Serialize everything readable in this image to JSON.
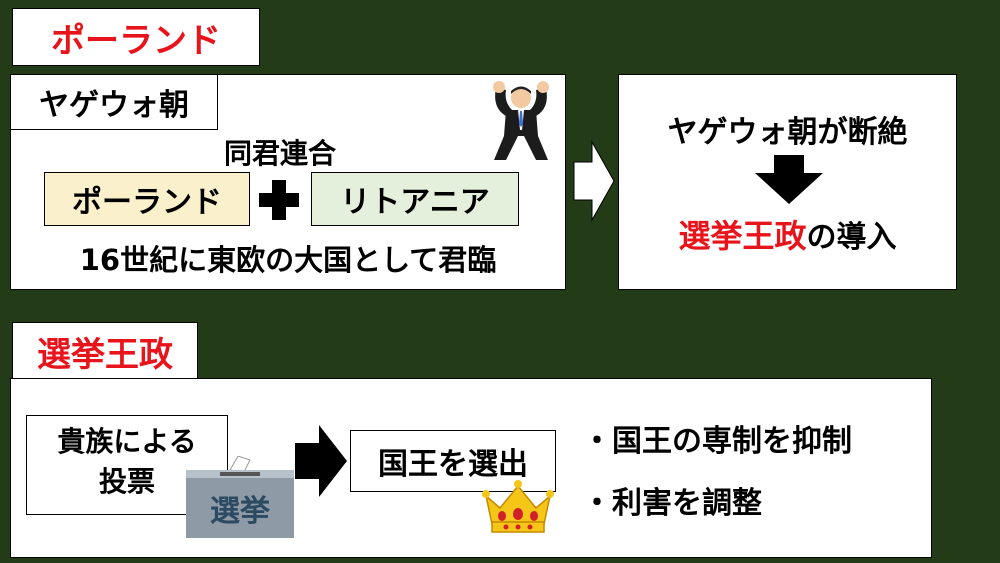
{
  "top": {
    "section_title": "ポーランド",
    "dynasty_label": "ヤゲウォ朝",
    "union_label": "同君連合",
    "country_a": "ポーランド",
    "country_b": "リトアニア",
    "summary": "16世紀に東欧の大国として君臨",
    "result_line1": "ヤゲウォ朝が断絶",
    "result_line2_highlight": "選挙王政",
    "result_line2_rest": "の導入"
  },
  "bottom": {
    "section_title": "選挙王政",
    "voters_line1": "貴族による",
    "voters_line2": "投票",
    "ballot_box_text": "選挙",
    "result_label": "国王を選出",
    "effect_1": "・国王の専制を抑制",
    "effect_2": "・利害を調整"
  },
  "colors": {
    "background": "#243b17",
    "highlight_red": "#e8141b",
    "country_a_bg": "#fbf0cc",
    "country_b_bg": "#e5f0dc"
  },
  "icons": [
    "strongman-icon",
    "plus-icon",
    "right-arrow-icon",
    "down-arrow-icon",
    "ballot-box-icon",
    "crown-icon"
  ]
}
